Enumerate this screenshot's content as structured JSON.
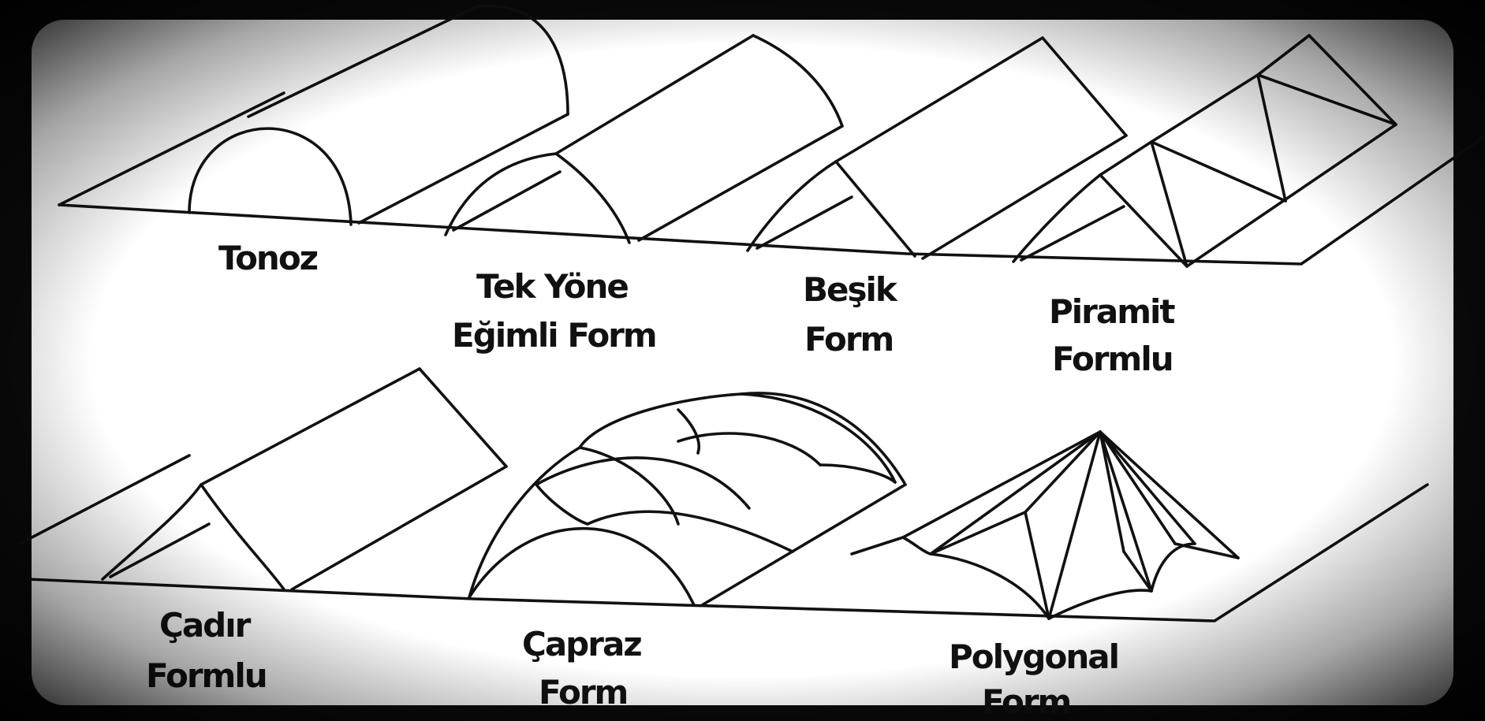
{
  "labels": {
    "tonoz": "Tonoz",
    "tek_yone_1": "Tek Yöne",
    "tek_yone_2": "Eğimli Form",
    "besik_1": "Beşik",
    "besik_2": "Form",
    "piramit_1": "Piramit",
    "piramit_2": "Formlu",
    "cadir_1": "Çadır",
    "cadir_2": "Formlu",
    "capraz_1": "Çapraz",
    "capraz_2": "Form",
    "polygonal_1": "Polygonal",
    "polygonal_2": "Form"
  },
  "colors": {
    "ink": "#111111",
    "paper": "#ffffff",
    "border": "#0a0a0a"
  }
}
